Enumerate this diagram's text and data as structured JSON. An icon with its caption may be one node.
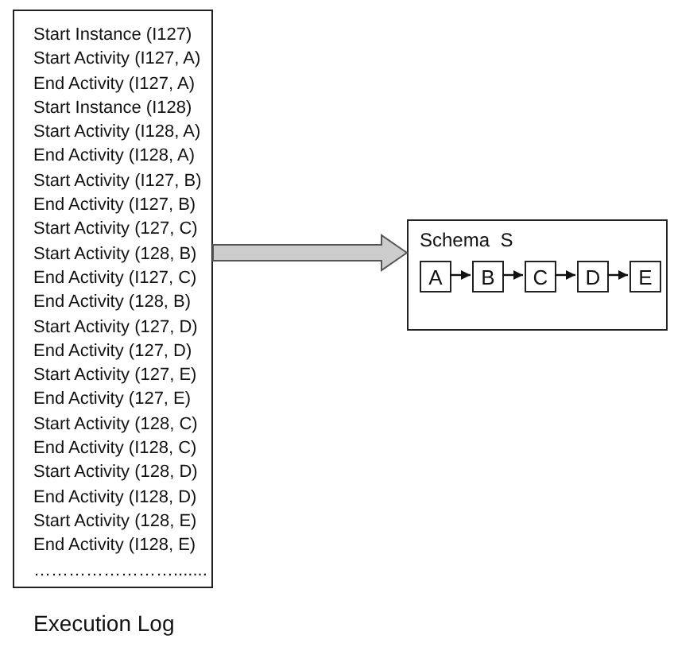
{
  "diagram": {
    "nodes": [
      {
        "text": [
          "Start Instance (I127)",
          "Start Activity (I127, A)",
          "End Activity (I127, A)",
          "Start Instance (I128)",
          "Start Activity (I128, A)",
          "End Activity (I128, A)",
          "Start Activity (I127, B)",
          "End Activity (I127, B)",
          "Start Activity (127, C)",
          "Start Activity (128, B)",
          "End Activity (I127, C)",
          "End Activity (128, B)",
          "Start Activity (127, D)",
          "End Activity (127, D)",
          "Start Activity (127, E)",
          "End Activity (127, E)",
          "Start Activity (128, C)",
          "End Activity (I128, C)",
          "Start Activity (128, D)",
          "End Activity (I128, D)",
          "Start Activity (128, E)",
          "End Activity (I128, E)",
          "……………………......."
        ],
        "beside": [
          "Execution Log"
        ]
      },
      {
        "text": [
          "Schema  S"
        ]
      },
      {
        "text": [
          "A"
        ],
        "in": 1
      },
      {
        "text": [
          "B"
        ],
        "in": 1
      },
      {
        "text": [
          "C"
        ],
        "in": 1
      },
      {
        "text": [
          "D"
        ],
        "in": 1
      },
      {
        "text": [
          "E"
        ],
        "in": 1
      }
    ],
    "edges": [
      {
        "from": 0,
        "to": 1,
        "arrow": "to",
        "style": "thick"
      },
      {
        "from": 2,
        "to": 3,
        "arrow": "to"
      },
      {
        "from": 3,
        "to": 4,
        "arrow": "to"
      },
      {
        "from": 4,
        "to": 5,
        "arrow": "to"
      },
      {
        "from": 5,
        "to": 6,
        "arrow": "to"
      }
    ]
  }
}
